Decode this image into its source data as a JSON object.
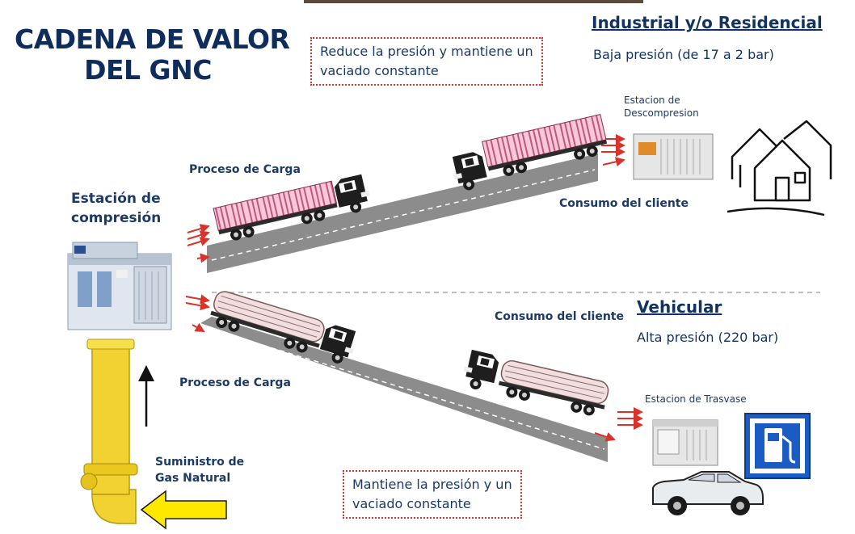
{
  "title": {
    "line1": "CADENA DE VALOR",
    "line2": "DEL GNC"
  },
  "compression_station": {
    "line1": "Estación de",
    "line2": "compresión"
  },
  "supply": {
    "line1": "Suministro de",
    "line2": "Gas Natural"
  },
  "upper": {
    "heading": "Industrial y/o Residencial",
    "pressure": "Baja presión (de 17 a 2 bar)",
    "note": {
      "line1": "Reduce la presión y mantiene un",
      "line2": "vaciado constante"
    },
    "station": {
      "line1": "Estacion de",
      "line2": "Descompresion"
    },
    "process_label": "Proceso de Carga",
    "consumption_label": "Consumo del  cliente"
  },
  "lower": {
    "heading": "Vehicular",
    "pressure": "Alta presión (220 bar)",
    "consumption_label": "Consumo del cliente",
    "process_label": "Proceso de Carga",
    "station": "Estacion de Trasvase",
    "note": {
      "line1": "Mantiene la presión y un",
      "line2": "vaciado constante"
    }
  },
  "colors": {
    "title": "#0e2d5c",
    "text": "#1c3a66",
    "accent_red": "#d8322a",
    "road": "#8c8c8c",
    "pipe": "#f2d230",
    "arrow_yellow": "#ffe800",
    "pump_sign": "#1a5bc4"
  },
  "icons": [
    "compressor-icon",
    "truck-icon",
    "house-icon",
    "car-icon",
    "gas-pump-icon",
    "pipe-icon",
    "arrow-icon"
  ]
}
